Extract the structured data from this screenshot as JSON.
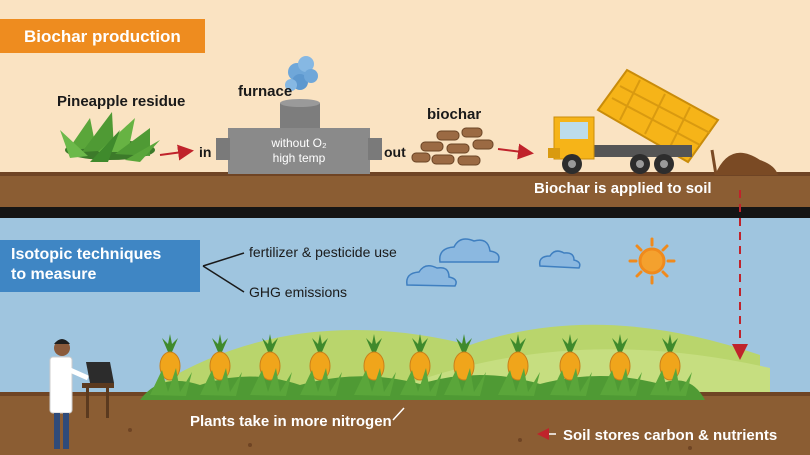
{
  "colors": {
    "top_bg": "#fae3c2",
    "bottom_bg": "#9fc5df",
    "soil": "#8b5d33",
    "soil_dark": "#6f4424",
    "divider": "#151515",
    "banner_orange": "#ee8c1f",
    "banner_blue": "#3f86c4",
    "arrow_red": "#c0232b",
    "hill_green": "#b9d56c",
    "plant_green": "#4f9a34",
    "pineapple": "#f0a51b",
    "truck_yellow": "#f6b418",
    "furnace_grey": "#8a8a8a",
    "smoke_blue": "#6fa7d9",
    "sun_orange": "#f08a1c"
  },
  "production_section": {
    "banner_title": "Biochar production",
    "residue_label": "Pineapple residue",
    "furnace_label": "furnace",
    "in_label": "in",
    "out_label": "out",
    "furnace_line1": "without O₂",
    "furnace_line2": "high temp",
    "biochar_label": "biochar",
    "applied_label": "Biochar is applied to soil"
  },
  "measurement_section": {
    "banner_line1": "Isotopic techniques",
    "banner_line2": "to measure",
    "items": [
      "fertilizer & pesticide use",
      "GHG emissions"
    ],
    "plants_label": "Plants take in more nitrogen",
    "soil_label": "Soil stores carbon & nutrients"
  },
  "icons": [
    "pineapple-residue-icon",
    "furnace-icon",
    "biochar-briquettes-icon",
    "dump-truck-icon",
    "cloud-icon",
    "sun-icon",
    "scientist-icon",
    "laptop-icon",
    "pineapple-plant-icon"
  ]
}
